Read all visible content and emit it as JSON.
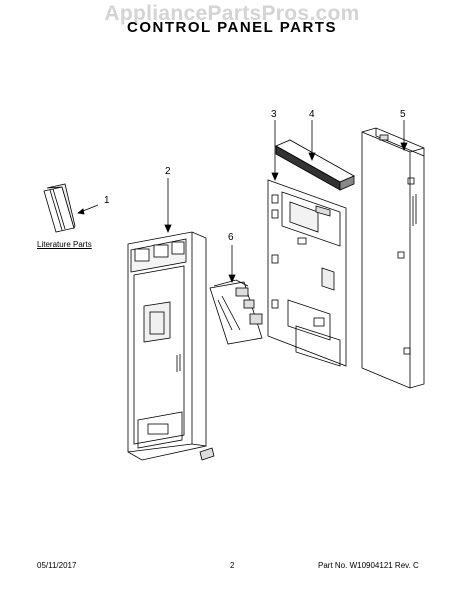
{
  "watermark": "AppliancePartsPros.com",
  "title": "CONTROL PANEL PARTS",
  "callouts": [
    "1",
    "2",
    "3",
    "4",
    "5",
    "6"
  ],
  "literature_label": "Literature Parts",
  "footer": {
    "date": "05/11/2017",
    "page": "2",
    "part_number": "Part No.  W10904121  Rev.  C"
  }
}
